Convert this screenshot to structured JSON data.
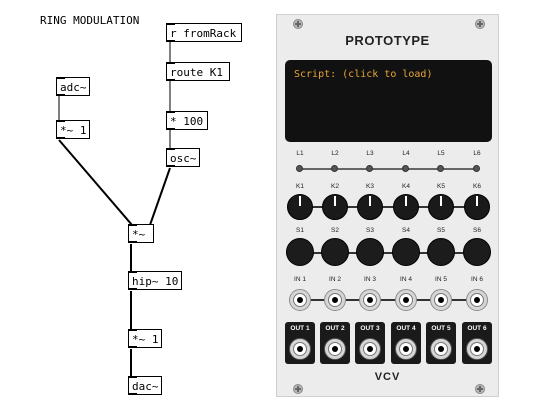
{
  "patch": {
    "title": "RING MODULATION",
    "objects": {
      "r_fromrack": "r fromRack",
      "route_k1": "route K1",
      "mul_100": "* 100",
      "osc": "osc~",
      "adc": "adc~",
      "mul_sig_1a": "*~ 1",
      "mul_sig": "*~",
      "hip": "hip~ 10",
      "mul_sig_1b": "*~ 1",
      "dac": "dac~"
    }
  },
  "module": {
    "title": "PROTOTYPE",
    "screen_text": "Script: (click to load)",
    "lights": [
      "L1",
      "L2",
      "L3",
      "L4",
      "L5",
      "L6"
    ],
    "knobs": [
      "K1",
      "K2",
      "K3",
      "K4",
      "K5",
      "K6"
    ],
    "switches": [
      "S1",
      "S2",
      "S3",
      "S4",
      "S5",
      "S6"
    ],
    "inputs": [
      "IN 1",
      "IN 2",
      "IN 3",
      "IN 4",
      "IN 5",
      "IN 6"
    ],
    "outputs": [
      "OUT 1",
      "OUT 2",
      "OUT 3",
      "OUT 4",
      "OUT 5",
      "OUT 6"
    ],
    "brand": "VCV"
  }
}
